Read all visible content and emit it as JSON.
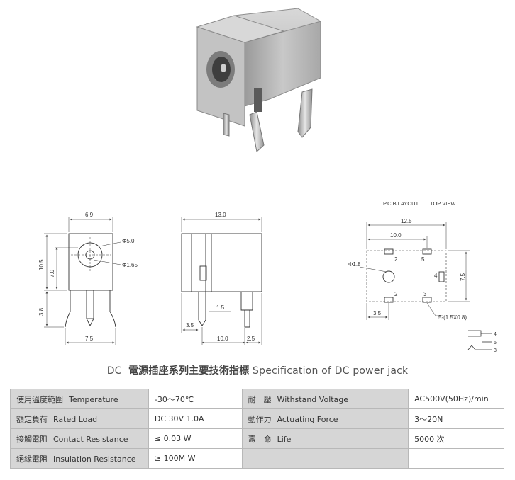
{
  "top_view_header": {
    "left": "P.C.B LAYOUT",
    "right": "TOP VIEW"
  },
  "front_view_dims": {
    "width": "6.9",
    "hole_outer": "Φ5.0",
    "hole_inner": "Φ1.65",
    "height": "10.5",
    "inner_height": "7.0",
    "pin_height": "3.8",
    "pin_span": "7.5"
  },
  "side_view_dims": {
    "length": "13.0",
    "pin_offset": "1.5",
    "left_offset": "3.5",
    "pitch": "10.0",
    "right_offset": "2.5"
  },
  "pcb_layout_dims": {
    "outer_width": "12.5",
    "pad_span": "10.0",
    "hole_dia": "Φ1.8",
    "height": "7.5",
    "bottom_spacing": "3.5",
    "slot_note": "5-(1.5X0.8)",
    "pin_labels": [
      "2",
      "5",
      "4",
      "2",
      "3"
    ]
  },
  "schematic": {
    "pins": [
      "4",
      "5",
      "3"
    ]
  },
  "title": {
    "prefix": "DC",
    "chinese": "電源插座系列主要技術指標",
    "english": "Specification of DC power jack"
  },
  "specs": {
    "rows": [
      {
        "label_cn": "使用溫度範圍",
        "label_en": "Temperature",
        "value": "-30～70℃",
        "label2_cn": "耐　壓",
        "label2_en": "Withstand Voltage",
        "value2": "AC500V(50Hz)/min"
      },
      {
        "label_cn": "額定負荷",
        "label_en": "Rated Load",
        "value": "DC  30V  1.0A",
        "label2_cn": "動作力",
        "label2_en": "Actuating Force",
        "value2": "3～20N"
      },
      {
        "label_cn": "接觸電阻",
        "label_en": "Contact Resistance",
        "value": "≤ 0.03 W",
        "label2_cn": "壽　命",
        "label2_en": "Life",
        "value2": "5000 次"
      },
      {
        "label_cn": "絕緣電阻",
        "label_en": "Insulation Resistance",
        "value": "≥ 100M W",
        "label2_cn": "",
        "label2_en": "",
        "value2": ""
      }
    ]
  },
  "colors": {
    "table_label_bg": "#d6d6d6",
    "table_border": "#b8b8b8",
    "product_body": "#b5b5b5"
  }
}
